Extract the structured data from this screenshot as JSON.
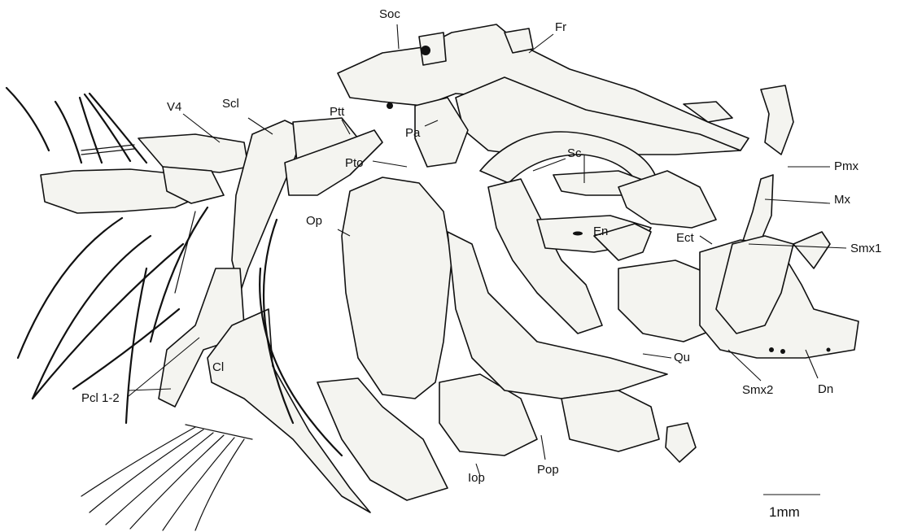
{
  "figure": {
    "labels": {
      "soc": "Soc",
      "fr": "Fr",
      "v4": "V4",
      "scl": "Scl",
      "ptt": "Ptt",
      "pa": "Pa",
      "sc": "Sc",
      "pto": "Pto",
      "pmx": "Pmx",
      "op": "Op",
      "mx": "Mx",
      "en": "En",
      "ect": "Ect",
      "smx1": "Smx1",
      "qu": "Qu",
      "smx2": "Smx2",
      "dn": "Dn",
      "cl": "Cl",
      "pcl": "Pcl 1-2",
      "iop": "Iop",
      "pop": "Pop"
    },
    "scale_bar": "1mm",
    "colors": {
      "ink": "#111111",
      "bone_fill": "#f4f4f0",
      "background": "#ffffff"
    }
  }
}
